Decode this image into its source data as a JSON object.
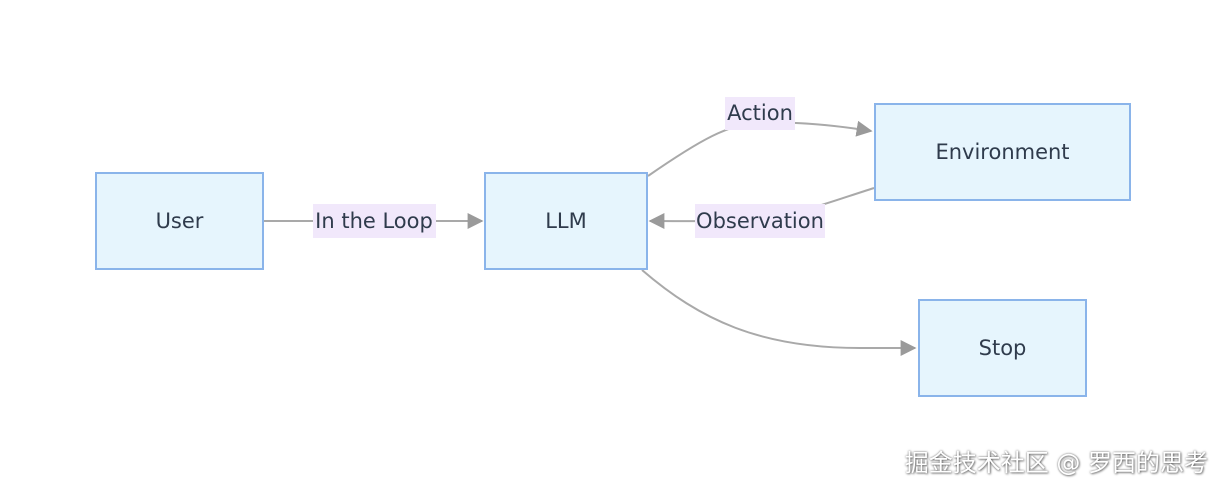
{
  "nodes": {
    "user": "User",
    "llm": "LLM",
    "environment": "Environment",
    "stop": "Stop"
  },
  "edges": {
    "user_to_llm": "In the Loop",
    "llm_to_environment": "Action",
    "environment_to_llm": "Observation"
  },
  "watermark": "掘金技术社区 @ 罗西的思考",
  "colors": {
    "node_fill": "#e6f5fd",
    "node_stroke": "#8ab4ea",
    "edge": "#a9a9a9",
    "edge_label_bg": "#f1e8fb",
    "text": "#2f3b4c"
  }
}
